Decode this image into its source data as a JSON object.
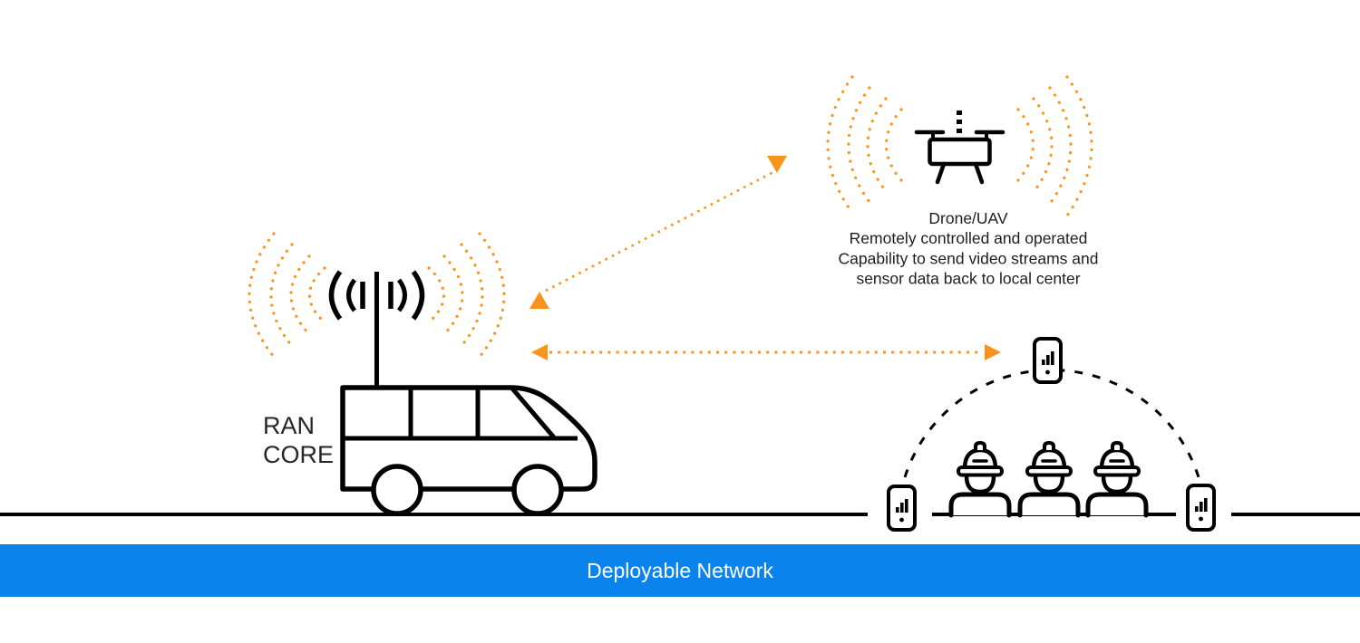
{
  "banner": {
    "label": "Deployable Network",
    "bg_color": "#0b83ec",
    "text_color": "#ffffff"
  },
  "van": {
    "labels": [
      "RAN",
      "CORE"
    ]
  },
  "drone": {
    "caption": [
      "Drone/UAV",
      "Remotely controlled and operated",
      "Capability to send video streams and",
      "sensor data back to local center"
    ]
  },
  "icons": {
    "van": "van-with-mast-icon",
    "antenna": "cell-antenna-icon",
    "signal_waves": "radio-wave-dotted-arcs-icon",
    "drone": "drone-uav-icon",
    "phone": "smartphone-signal-icon",
    "worker": "hardhat-worker-icon",
    "link_arrows": "bidirectional-dotted-arrow"
  },
  "colors": {
    "accent_orange": "#F8941C",
    "line_black": "#000000",
    "text_dark": "#222222",
    "banner_blue": "#0b83ec"
  }
}
